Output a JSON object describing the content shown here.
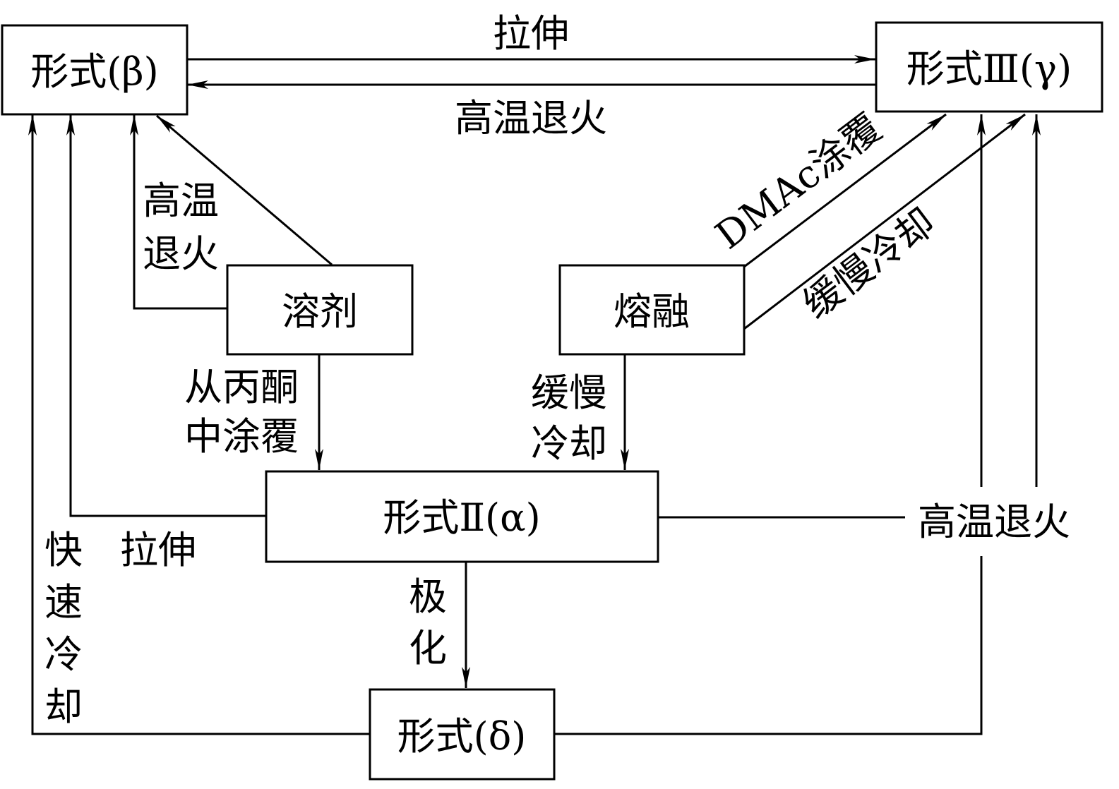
{
  "nodes": {
    "beta": "形式(β)",
    "gamma": "形式Ⅲ(γ)",
    "solvent": "溶剂",
    "melt": "熔融",
    "alpha": "形式Ⅱ(α)",
    "delta": "形式(δ)"
  },
  "edges": {
    "beta_to_gamma": "拉伸",
    "gamma_to_beta": "高温退火",
    "solvent_to_beta_line1": "高温",
    "solvent_to_beta_line2": "退火",
    "melt_to_gamma_coat": "DMAc涂覆",
    "melt_to_gamma_cool": "缓慢冷却",
    "solvent_to_alpha_line1": "从丙酮",
    "solvent_to_alpha_line2": "中涂覆",
    "melt_to_alpha_line1": "缓慢",
    "melt_to_alpha_line2": "冷却",
    "alpha_to_beta": "拉伸",
    "alpha_to_gamma": "高温退火",
    "alpha_to_delta_line1": "极",
    "alpha_to_delta_line2": "化",
    "delta_to_beta": [
      "快",
      "速",
      "冷",
      "却"
    ]
  }
}
